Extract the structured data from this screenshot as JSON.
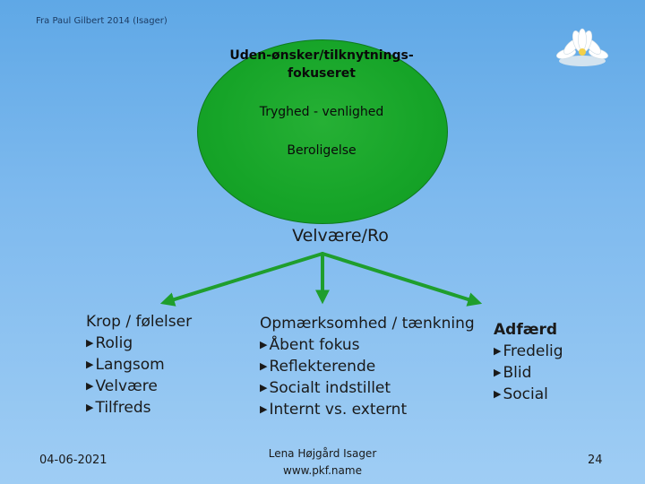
{
  "source_note": "Fra Paul Gilbert 2014 (Isager)",
  "ellipse": {
    "title": "Uden-ønsker/tilknytnings-fokuseret",
    "line2": "Tryghed - venlighed",
    "line3": "Beroligelse"
  },
  "center_label": "Velvære/Ro",
  "columns": {
    "left": {
      "heading": "Krop / følelser",
      "items": [
        "Rolig",
        "Langsom",
        "Velvære",
        "Tilfreds"
      ]
    },
    "middle": {
      "heading": "Opmærksomhed / tænkning",
      "items": [
        "Åbent fokus",
        "Reflekterende",
        "Socialt indstillet",
        "Internt vs. externt"
      ]
    },
    "right": {
      "heading": "Adfærd",
      "items": [
        "Fredelig",
        "Blid",
        "Social"
      ]
    }
  },
  "footer": {
    "date": "04-06-2021",
    "name": "Lena Højgård Isager",
    "url": "www.pkf.name",
    "page": "24"
  },
  "colors": {
    "ellipse_green": "#16a428",
    "arrow_green": "#1f9e2d",
    "background": "#7db9ee"
  }
}
